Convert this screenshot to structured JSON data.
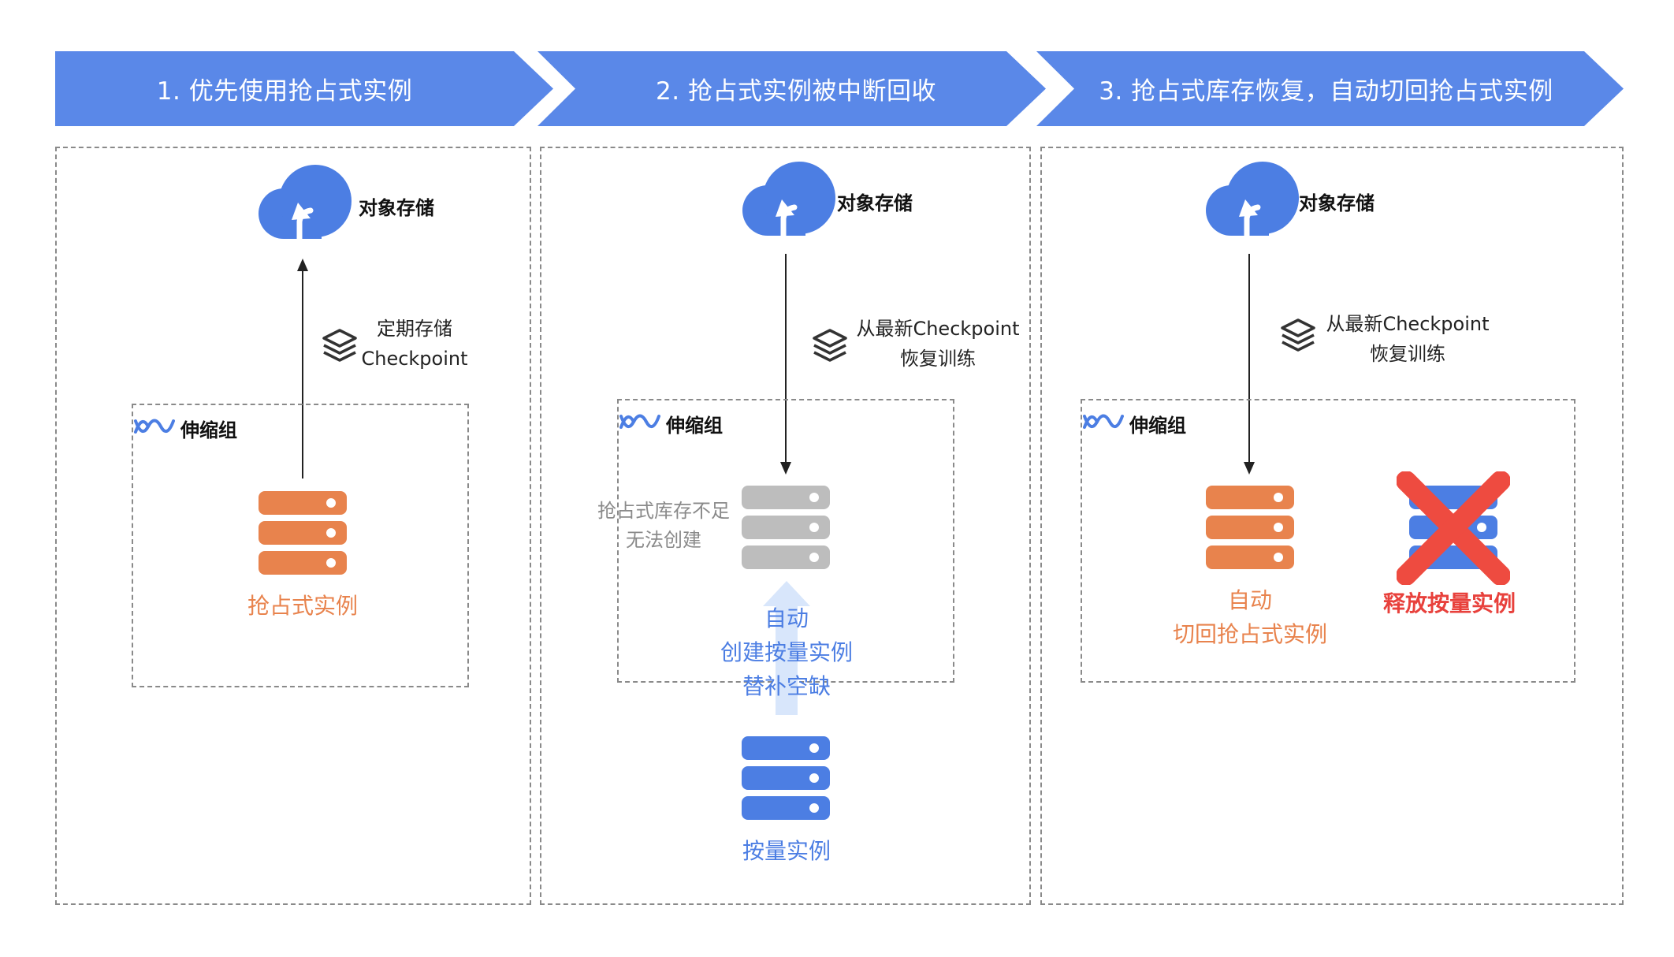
{
  "banners": [
    {
      "label": "1. 优先使用抢占式实例"
    },
    {
      "label": "2. 抢占式实例被中断回收"
    },
    {
      "label": "3. 抢占式库存恢复，自动切回抢占式实例"
    }
  ],
  "colors": {
    "banner": "#5a88e8",
    "spot": "#e8834d",
    "ondemand": "#4c7ee3",
    "unavailable": "#bdbdbd",
    "release_x": "#ee4b40",
    "arrow_up_fill": "#d8e6fb"
  },
  "panel1": {
    "storage_label": "对象存储",
    "note_line1": "定期存储",
    "note_line2": "Checkpoint",
    "group_label": "伸缩组",
    "spot_label": "抢占式实例"
  },
  "panel2": {
    "storage_label": "对象存储",
    "note_line1": "从最新Checkpoint",
    "note_line2": "恢复训练",
    "group_label": "伸缩组",
    "shortage_line1": "抢占式库存不足",
    "shortage_line2": "无法创建",
    "auto_line1": "自动",
    "auto_line2": "创建按量实例",
    "auto_line3": "替补空缺",
    "ondemand_label": "按量实例"
  },
  "panel3": {
    "storage_label": "对象存储",
    "note_line1": "从最新Checkpoint",
    "note_line2": "恢复训练",
    "group_label": "伸缩组",
    "switch_line1": "自动",
    "switch_line2": "切回抢占式实例",
    "release_label": "释放按量实例"
  },
  "icons": [
    "cloud-upload-icon",
    "layers-icon",
    "scaling-group-icon",
    "server-stack-icon",
    "cross-icon",
    "arrow-up-icon",
    "arrow-down-icon"
  ]
}
